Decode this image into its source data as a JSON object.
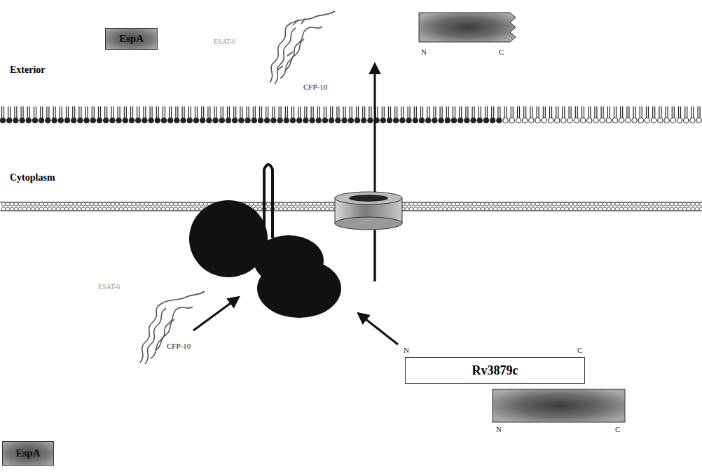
{
  "diagram": {
    "nodes": [
      {
        "text": [
          "EspA"
        ]
      },
      {
        "text": [
          "Rv3879c"
        ]
      },
      {
        "text": [
          "EspA"
        ]
      }
    ],
    "labels": [
      "Exterior",
      "Cytoplasm",
      "ESAT-6",
      "CFP-10",
      "N",
      "C",
      "ESAT-6",
      "CFP-10",
      "N",
      "C",
      "N",
      "C"
    ]
  }
}
